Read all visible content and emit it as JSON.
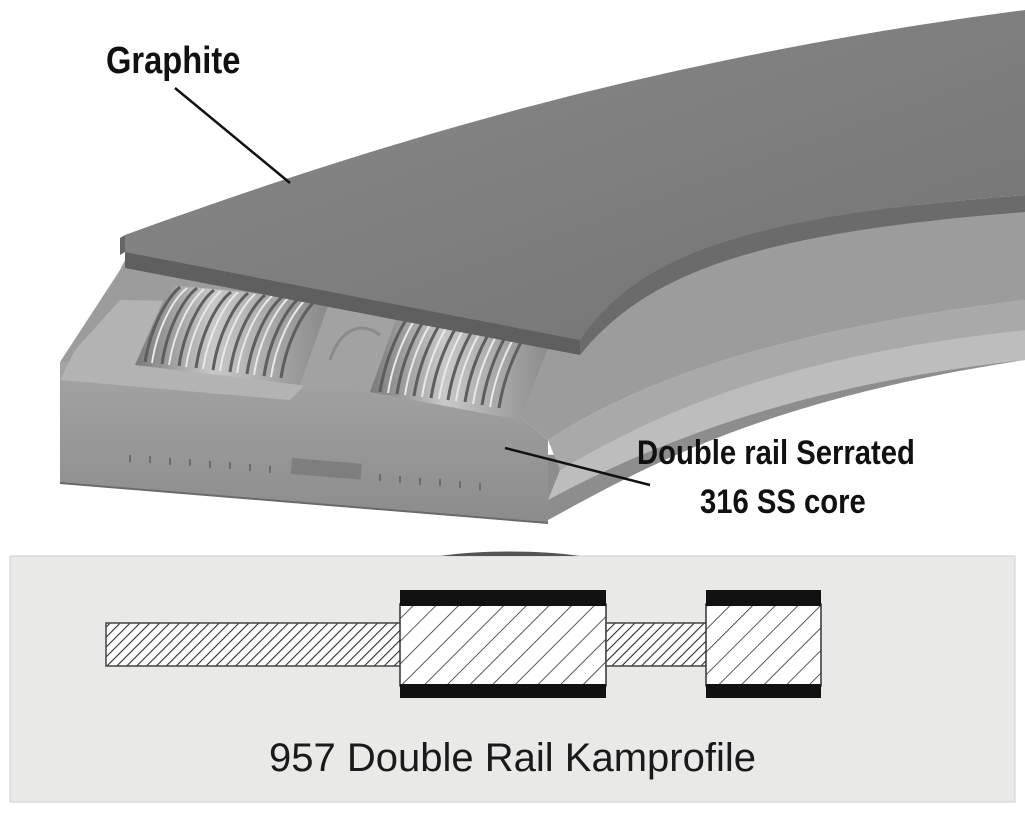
{
  "labels": {
    "graphite": "Graphite",
    "core_line1": "Double rail Serrated",
    "core_line2": "316 SS core"
  },
  "caption": "957 Double Rail Kamprofile",
  "colors": {
    "graphite_face": "#7b7b7b",
    "core_side": "#9a9a9a",
    "profile_panel": "#e9e9e7",
    "facing_layer": "#111111",
    "hatch": "#333333"
  }
}
